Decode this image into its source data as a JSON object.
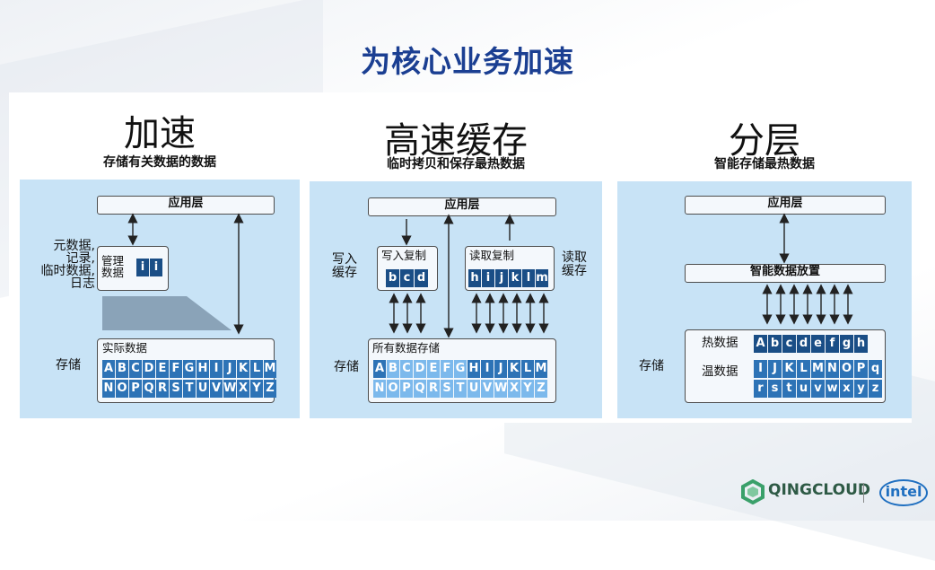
{
  "title": "为核心业务加速",
  "columns": [
    {
      "title": "加速",
      "subtitle": "存储有关数据的数据",
      "top_bar": "应用层",
      "left_notes": [
        "元数据,",
        "记录,",
        "临时数据,",
        "日志"
      ],
      "manage_box": {
        "label_1": "管理",
        "label_2": "数据",
        "cells": [
          "i",
          "i"
        ]
      },
      "storage_label": "存储",
      "actual_box": {
        "label": "实际数据",
        "row1": [
          "A",
          "B",
          "C",
          "D",
          "E",
          "F",
          "G",
          "H",
          "I",
          "J",
          "K",
          "L",
          "M"
        ],
        "row2": [
          "N",
          "O",
          "P",
          "Q",
          "R",
          "S",
          "T",
          "U",
          "V",
          "W",
          "X",
          "Y",
          "Z"
        ]
      }
    },
    {
      "title": "高速缓存",
      "subtitle": "临时拷贝和保存最热数据",
      "top_bar": "应用层",
      "left_label": [
        "写入",
        "缓存"
      ],
      "right_label": [
        "读取",
        "缓存"
      ],
      "write_box": {
        "label": "写入复制",
        "cells": [
          "b",
          "c",
          "d"
        ]
      },
      "read_box": {
        "label": "读取复制",
        "cells": [
          "h",
          "i",
          "j",
          "k",
          "l",
          "m"
        ]
      },
      "storage_label": "存储",
      "all_box": {
        "label": "所有数据存储",
        "row1": [
          "A",
          "B",
          "C",
          "D",
          "E",
          "F",
          "G",
          "H",
          "I",
          "J",
          "K",
          "L",
          "M"
        ],
        "row2": [
          "N",
          "O",
          "P",
          "Q",
          "R",
          "S",
          "T",
          "U",
          "V",
          "W",
          "X",
          "Y",
          "Z"
        ]
      }
    },
    {
      "title": "分层",
      "subtitle": "智能存储最热数据",
      "top_bar": "应用层",
      "mid_bar": "智能数据放置",
      "storage_label": "存储",
      "hot_label": "热数据",
      "warm_label": "温数据",
      "hot_cells": [
        "A",
        "b",
        "c",
        "d",
        "e",
        "f",
        "g",
        "h"
      ],
      "warm_row1": [
        "I",
        "J",
        "K",
        "L",
        "M",
        "N",
        "O",
        "P",
        "q"
      ],
      "warm_row2": [
        "r",
        "s",
        "t",
        "u",
        "v",
        "w",
        "x",
        "y",
        "z"
      ]
    }
  ],
  "footer": {
    "brand": "QINGCLOUD",
    "partner": "intel"
  },
  "colors": {
    "title": "#1b3f92",
    "panel": "#c8e3f6",
    "cell_dark": "#1a4e86",
    "cell_light": "#7cb9ec"
  }
}
